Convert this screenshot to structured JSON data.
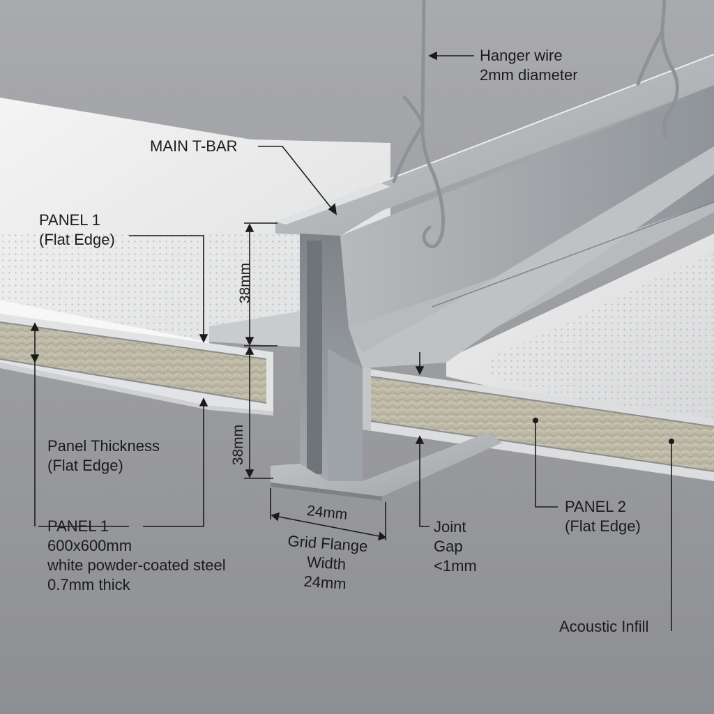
{
  "colors": {
    "background": "#9a9b9e",
    "panel_surface": "#ececec",
    "steel": "#a9adb1",
    "infill": "#bcb9a6"
  },
  "labels": {
    "hanger_line1": "Hanger wire",
    "hanger_line2": "2mm diameter",
    "main_tbar": "MAIN T-BAR",
    "panel1_top_line1": "PANEL 1",
    "panel1_top_line2": "(Flat Edge)",
    "thickness_line1": "Panel Thickness",
    "thickness_line2": "(Flat Edge)",
    "panel1_line1": "PANEL 1",
    "panel1_line2": "600x600mm",
    "panel1_line3": "white powder-coated steel",
    "panel1_line4": "0.7mm thick",
    "height_upper": "38mm",
    "height_lower": "38mm",
    "flange_dim": "24mm",
    "flange_line1": "Grid Flange",
    "flange_line2": "Width",
    "flange_line3": "24mm",
    "joint_line1": "Joint",
    "joint_line2": "Gap",
    "joint_line3": "<1mm",
    "panel2_line1": "PANEL 2",
    "panel2_line2": "(Flat Edge)",
    "infill": "Acoustic Infill"
  }
}
